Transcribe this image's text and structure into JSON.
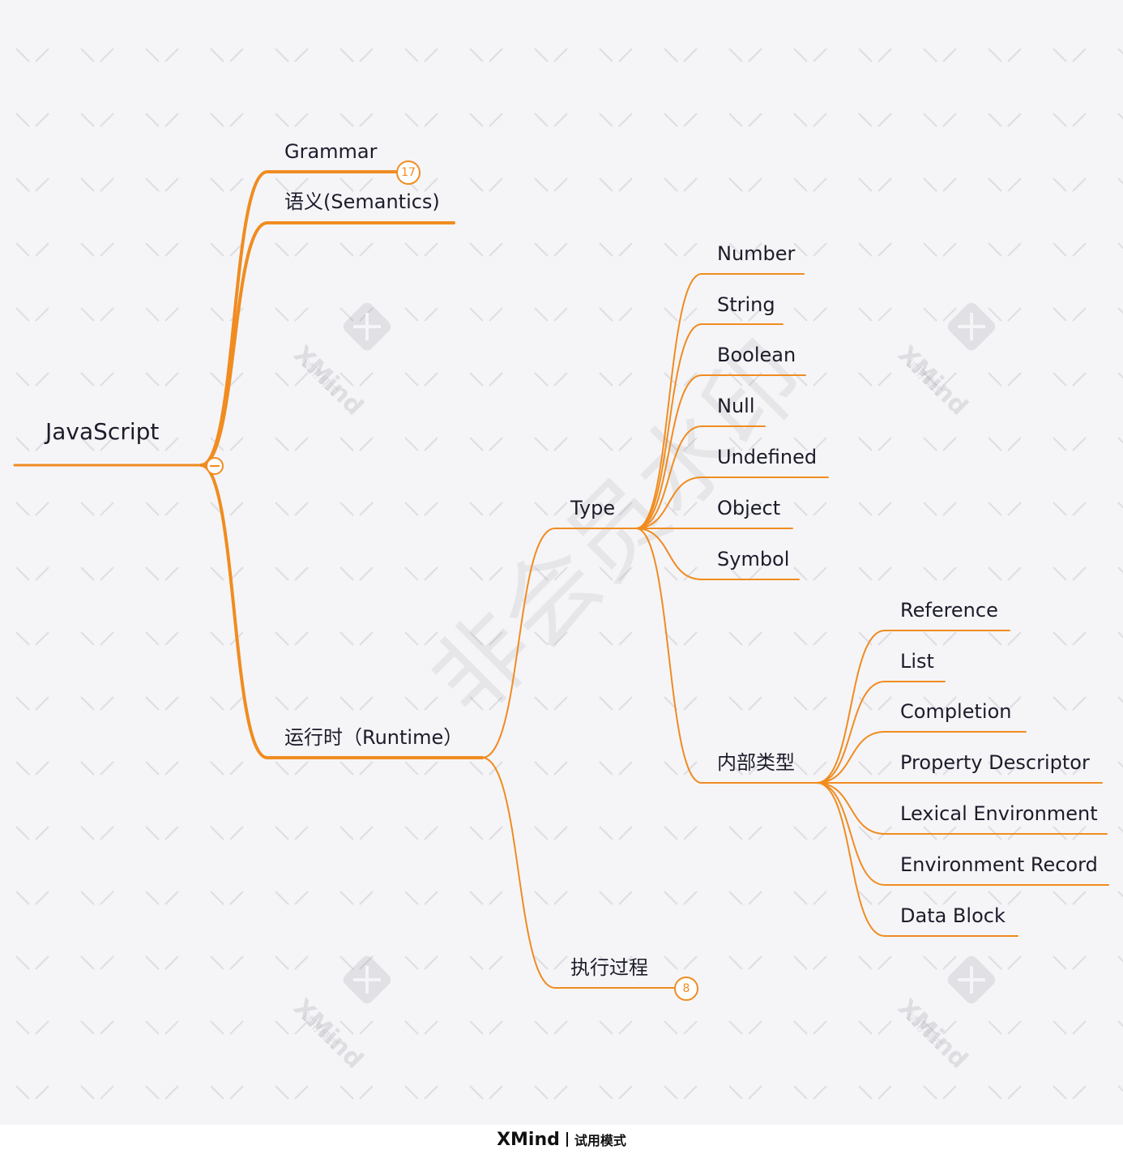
{
  "root": {
    "label": "JavaScript"
  },
  "branches": [
    {
      "label": "Grammar",
      "badge": "17"
    },
    {
      "label": "语义(Semantics)"
    },
    {
      "label": "运行时（Runtime）"
    }
  ],
  "runtime_children": [
    {
      "label": "Type"
    },
    {
      "label": "执行过程",
      "badge": "8"
    }
  ],
  "types": [
    "Number",
    "String",
    "Boolean",
    "Null",
    "Undefined",
    "Object",
    "Symbol"
  ],
  "internal": {
    "label": "内部类型",
    "items": [
      "Reference",
      "List",
      "Completion",
      "Property Descriptor",
      "Lexical Environment",
      "Environment Record",
      "Data Block"
    ]
  },
  "watermark": {
    "center": "非会员水印",
    "logo_text": "XMind",
    "logo_sub": "试用模式"
  },
  "footer": {
    "brand": "XMind",
    "mode": "试用模式"
  },
  "colors": {
    "line": "#f08c20",
    "background": "#f5f5f8"
  }
}
